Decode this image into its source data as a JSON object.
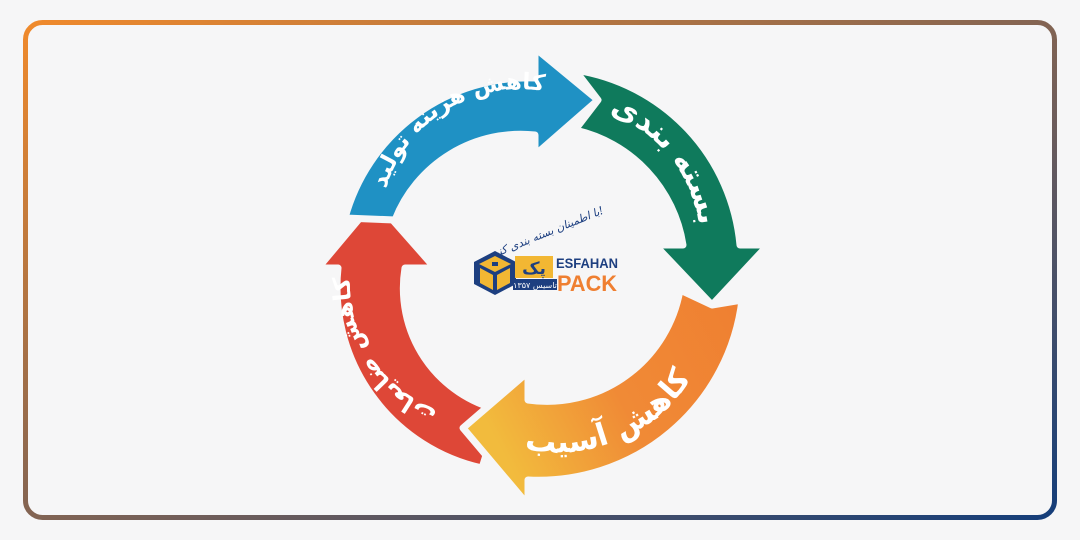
{
  "diagram": {
    "type": "cycle",
    "direction": "clockwise",
    "steps": [
      {
        "label": "کاهش هزینه تولید",
        "color": "#1f91c4",
        "position": "top-left"
      },
      {
        "label": "بسته بندی",
        "color": "#0f7a5c",
        "position": "top-right"
      },
      {
        "label": "کاهش آسیب",
        "color": "#ef7f31",
        "color_end": "#f2bb3d",
        "position": "bottom-right"
      },
      {
        "label": "کاهش ضایعات",
        "color": "#de4737",
        "position": "bottom-left"
      }
    ]
  },
  "logo": {
    "slogan": "با اطمینان بسته بندی کنید!",
    "name_fa": "پک",
    "name_en_top": "ESFAHAN",
    "name_en_bottom": "PACK",
    "established": "تاسیس ۱۳۵۷",
    "colors": {
      "navy": "#1d3f80",
      "orange": "#ef7f31",
      "yellow": "#f2b733"
    }
  },
  "frame": {
    "gradient_start": "#f08a2c",
    "gradient_end": "#153e7a"
  }
}
